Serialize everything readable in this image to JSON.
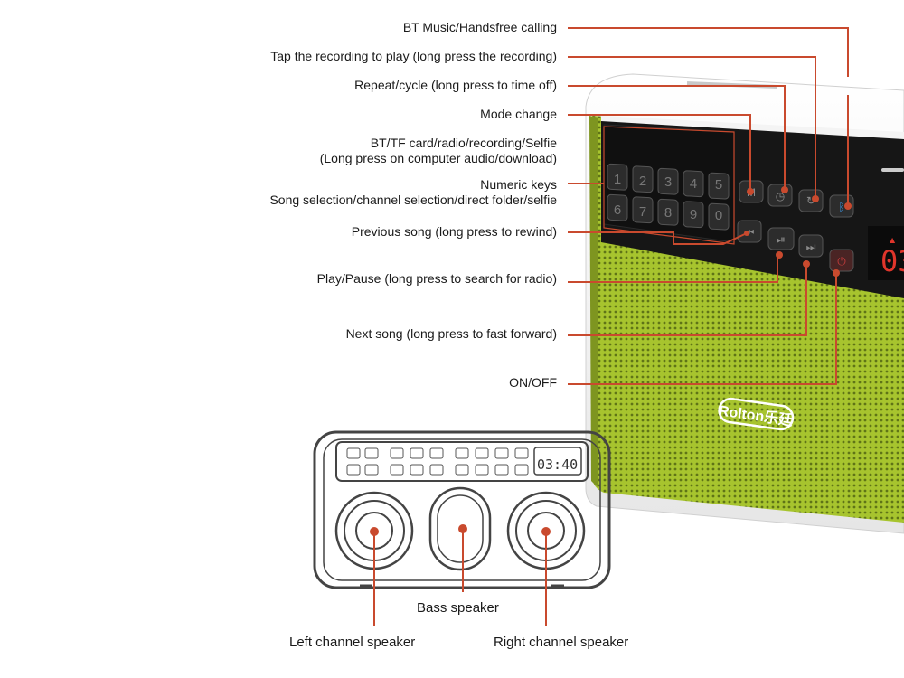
{
  "callouts": {
    "bt_music": "BT Music/Handsfree calling",
    "tap_recording": "Tap the recording to play (long press the recording)",
    "repeat_cycle": "Repeat/cycle (long press to time off)",
    "mode_change": "Mode change",
    "source_line1": "BT/TF card/radio/recording/Selfie",
    "source_line2": "(Long press on computer audio/download)",
    "numeric_line1": "Numeric keys",
    "numeric_line2": "Song selection/channel selection/direct folder/selfie",
    "previous_song": "Previous song (long press to rewind)",
    "play_pause": "Play/Pause (long press to search for radio)",
    "next_song": "Next song (long press to fast forward)",
    "on_off": "ON/OFF"
  },
  "speakers": {
    "bass": "Bass speaker",
    "left": "Left channel speaker",
    "right": "Right channel speaker"
  },
  "device": {
    "brand": "Rolton乐廷",
    "display_time": "03:40",
    "photo_display": "03",
    "number_keys": [
      "1",
      "2",
      "3",
      "4",
      "5",
      "6",
      "7",
      "8",
      "9",
      "0"
    ],
    "mode_key": "M",
    "grille_color": "#a3c12c",
    "callout_color": "#c94a2e"
  },
  "icons": [
    "mode-key-icon",
    "timer-key-icon",
    "repeat-key-icon",
    "bluetooth-key-icon",
    "prev-key-icon",
    "play-pause-key-icon",
    "next-key-icon",
    "power-key-icon"
  ]
}
